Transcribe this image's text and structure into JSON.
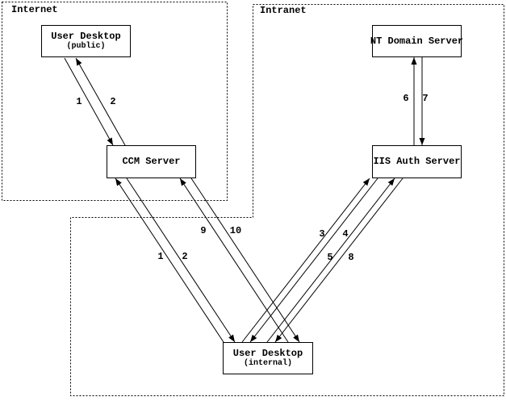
{
  "regions": {
    "internet": {
      "label": "Internet"
    },
    "intranet": {
      "label": "Intranet"
    }
  },
  "nodes": {
    "desktop_public": {
      "label": "User Desktop",
      "sublabel": "(public)"
    },
    "ccm": {
      "label": "CCM Server"
    },
    "nt_domain": {
      "label": "NT Domain Server"
    },
    "iis_auth": {
      "label": "IIS Auth Server"
    },
    "desktop_internal": {
      "label": "User Desktop",
      "sublabel": "(internal)"
    }
  },
  "steps": {
    "public_1": "1",
    "public_2": "2",
    "internal_1": "1",
    "internal_2": "2",
    "step_3": "3",
    "step_4": "4",
    "step_5": "5",
    "step_6": "6",
    "step_7": "7",
    "step_8": "8",
    "step_9": "9",
    "step_10": "10"
  },
  "colors": {
    "line": "#000000",
    "background": "#ffffff"
  }
}
